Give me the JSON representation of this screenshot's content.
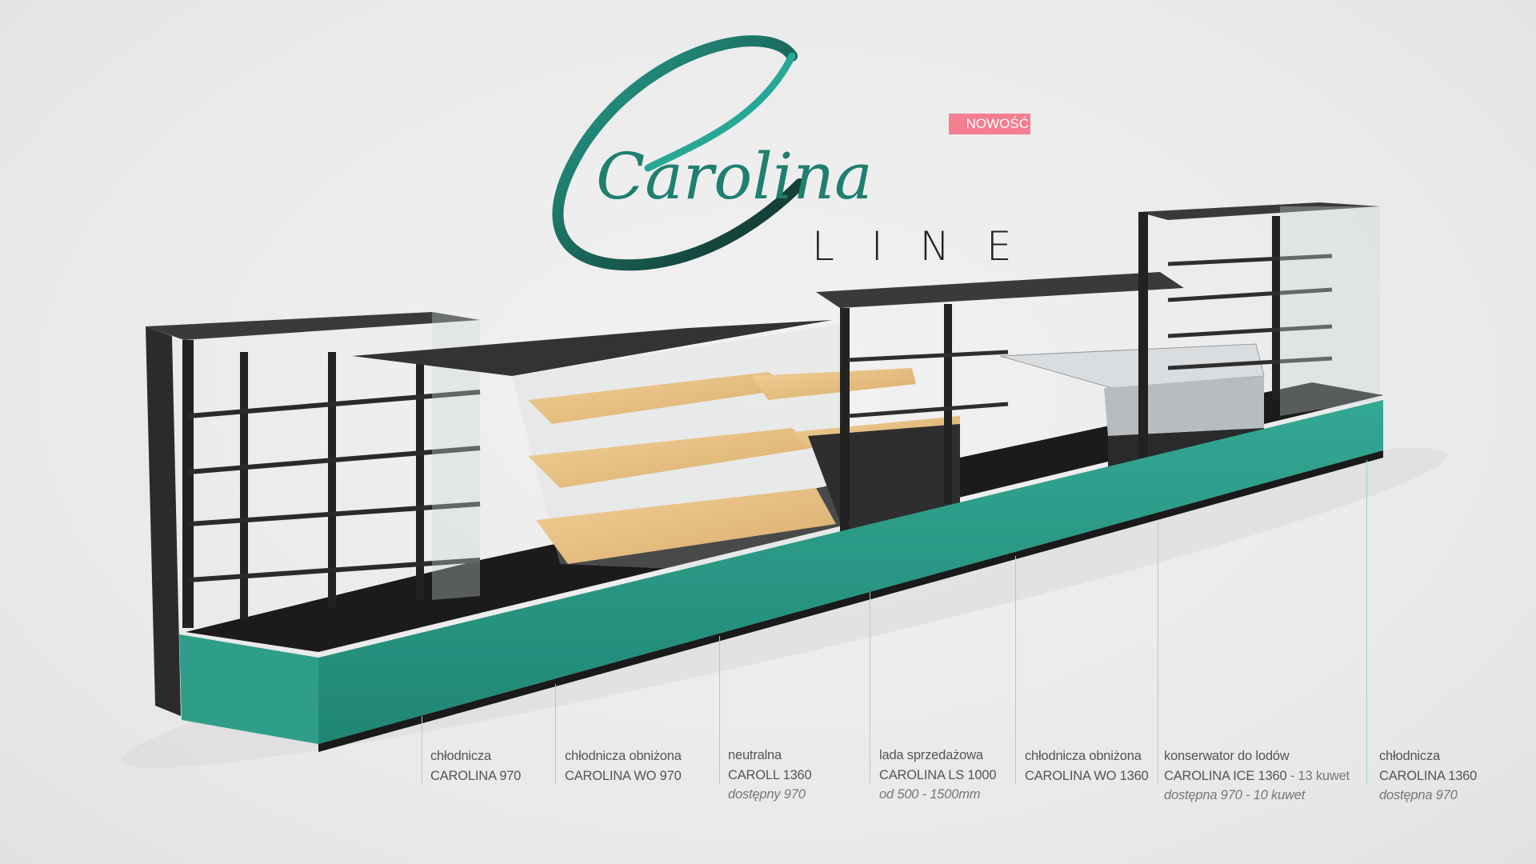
{
  "logo": {
    "script_text": "Carolina",
    "sub_text": "LINE",
    "badge": "NOWOŚĆ"
  },
  "colors": {
    "teal": "#2a9d8a",
    "badge": "#f47d8f",
    "body": "#2a2a2a"
  },
  "products": [
    {
      "type": "chłodnicza",
      "model": "CAROLINA 970",
      "note": ""
    },
    {
      "type": "chłodnicza obniżona",
      "model": "CAROLINA WO 970",
      "note": ""
    },
    {
      "type": "neutralna",
      "model": "CAROLL 1360",
      "note": "dostępny 970"
    },
    {
      "type": "lada sprzedażowa",
      "model": "CAROLINA LS 1000",
      "note": "od 500 - 1500mm"
    },
    {
      "type": "chłodnicza obniżona",
      "model": "CAROLINA WO 1360",
      "note": ""
    },
    {
      "type": "konserwator do lodów",
      "model": "CAROLINA ICE 1360",
      "model_extra": " - 13 kuwet",
      "note": "dostępna 970 - 10 kuwet"
    },
    {
      "type": "chłodnicza",
      "model": "CAROLINA 1360",
      "note": "dostępna 970"
    }
  ]
}
